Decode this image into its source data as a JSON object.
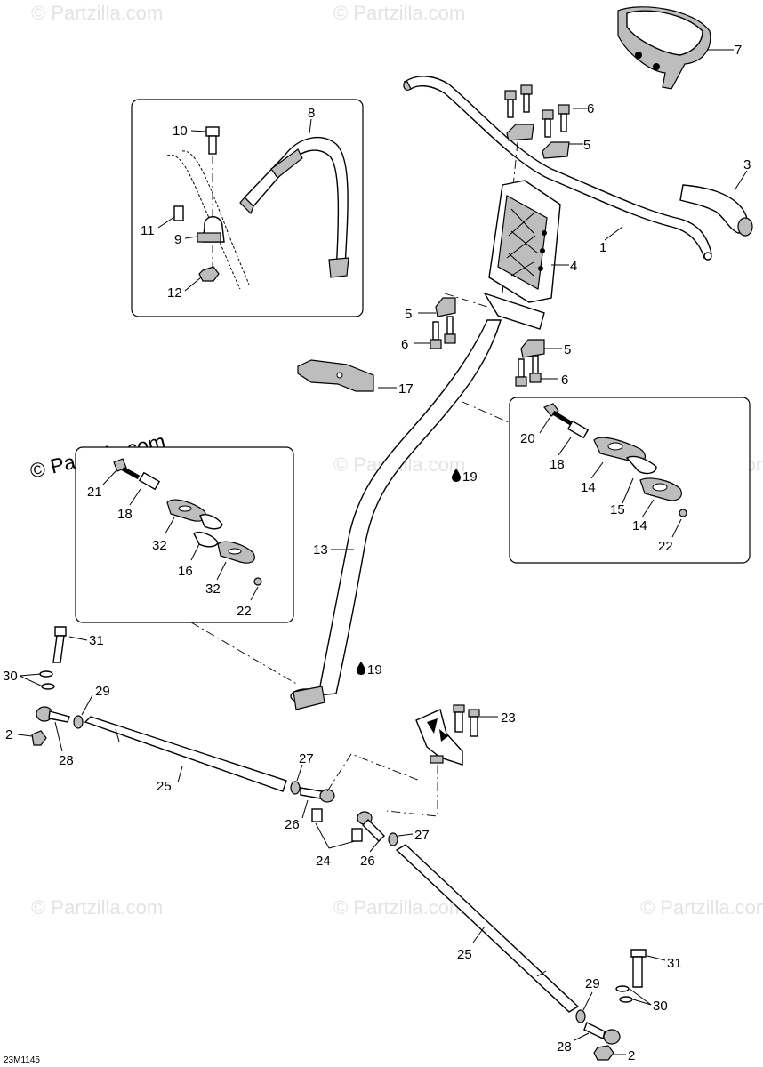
{
  "watermark": {
    "text": "© Partzilla.com"
  },
  "diagram_code": "23M1145",
  "callouts": {
    "c1": "1",
    "c2a": "2",
    "c2b": "2",
    "c3": "3",
    "c4": "4",
    "c5a": "5",
    "c5b": "5",
    "c5c": "5",
    "c6a": "6",
    "c6b": "6",
    "c6c": "6",
    "c7": "7",
    "c8": "8",
    "c9": "9",
    "c10": "10",
    "c11": "11",
    "c12": "12",
    "c13": "13",
    "c14a": "14",
    "c14b": "14",
    "c15": "15",
    "c16": "16",
    "c17": "17",
    "c18a": "18",
    "c18b": "18",
    "c19a": "19",
    "c19b": "19",
    "c20": "20",
    "c21": "21",
    "c22a": "22",
    "c22b": "22",
    "c23": "23",
    "c24": "24",
    "c25a": "25",
    "c25b": "25",
    "c26a": "26",
    "c26b": "26",
    "c27a": "27",
    "c27b": "27",
    "c28a": "28",
    "c28b": "28",
    "c29a": "29",
    "c29b": "29",
    "c30a": "30",
    "c30b": "30",
    "c31a": "31",
    "c31b": "31",
    "c32a": "32",
    "c32b": "32"
  },
  "icons": {
    "oil_drop": "oil-drop-icon"
  }
}
